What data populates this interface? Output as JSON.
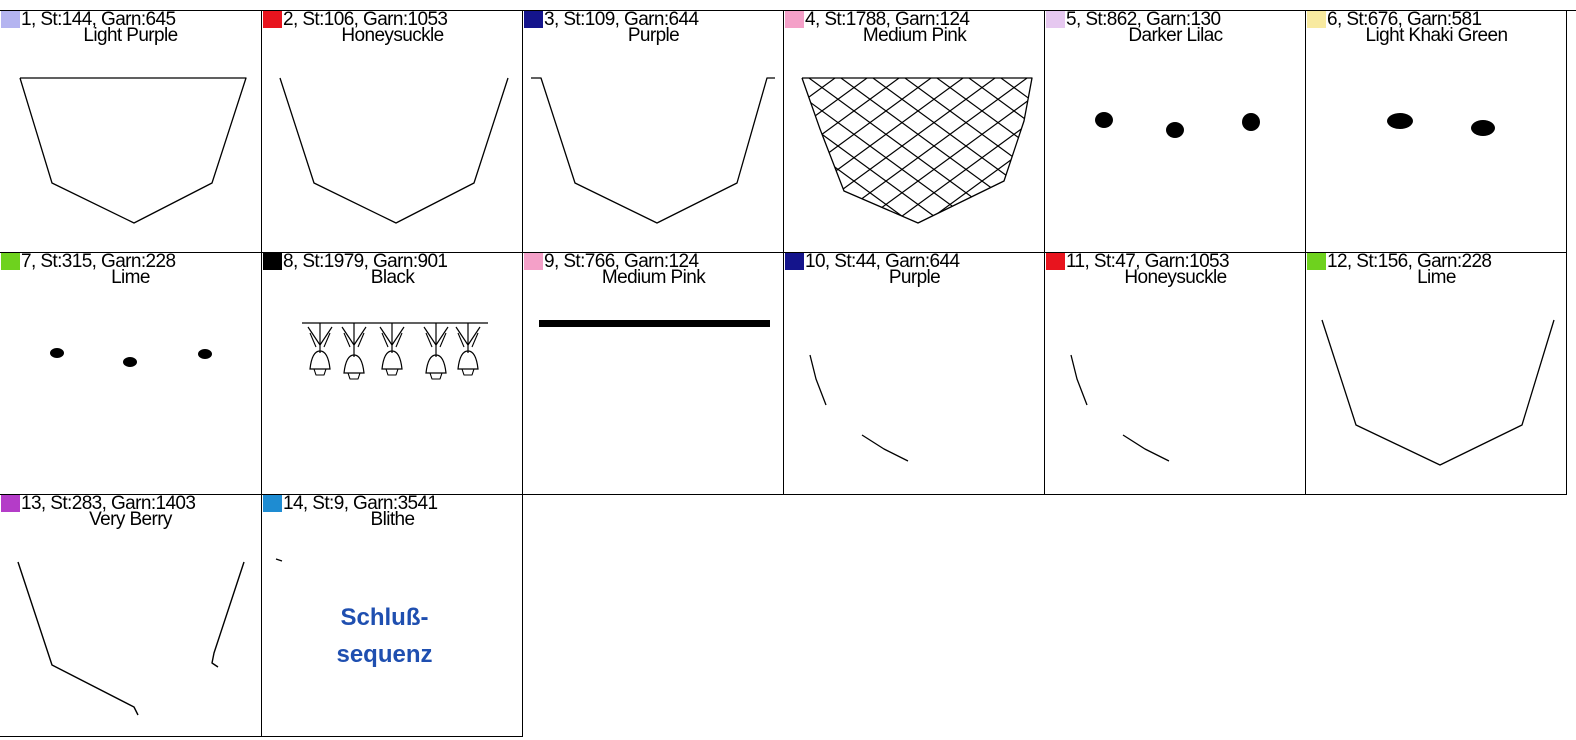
{
  "cells": [
    {
      "info": "1, St:144, Garn:645",
      "name": "Light Purple",
      "color": "#b4b4f0",
      "pattern": "bowl"
    },
    {
      "info": "2, St:106, Garn:1053",
      "name": "Honeysuckle",
      "color": "#e8141e",
      "pattern": "bowl2"
    },
    {
      "info": "3, St:109, Garn:644",
      "name": "Purple",
      "color": "#14148c",
      "pattern": "bowl3"
    },
    {
      "info": "4, St:1788, Garn:124",
      "name": "Medium Pink",
      "color": "#f4a0c8",
      "pattern": "lattice"
    },
    {
      "info": "5, St:862, Garn:130",
      "name": "Darker Lilac",
      "color": "#e6c8f0",
      "pattern": "dots3big"
    },
    {
      "info": "6, St:676, Garn:581",
      "name": "Light Khaki Green",
      "color": "#f8eaa0",
      "pattern": "dots2"
    },
    {
      "info": "7, St:315, Garn:228",
      "name": "Lime",
      "color": "#6ed21e",
      "pattern": "dots3small"
    },
    {
      "info": "8, St:1979, Garn:901",
      "name": "Black",
      "color": "#000000",
      "pattern": "flowers"
    },
    {
      "info": "9, St:766, Garn:124",
      "name": "Medium Pink",
      "color": "#f4a0c8",
      "pattern": "bar"
    },
    {
      "info": "10, St:44, Garn:644",
      "name": "Purple",
      "color": "#14148c",
      "pattern": "strokes"
    },
    {
      "info": "11, St:47, Garn:1053",
      "name": "Honeysuckle",
      "color": "#e8141e",
      "pattern": "strokes"
    },
    {
      "info": "12, St:156, Garn:228",
      "name": "Lime",
      "color": "#6ed21e",
      "pattern": "bowl4"
    },
    {
      "info": "13, St:283, Garn:1403",
      "name": "Very Berry",
      "color": "#b43cc8",
      "pattern": "openbowl"
    },
    {
      "info": "14, St:9, Garn:3541",
      "name": "Blithe",
      "color": "#1e8cd2",
      "pattern": "text",
      "text": [
        "Schluß-",
        "sequenz"
      ]
    }
  ]
}
